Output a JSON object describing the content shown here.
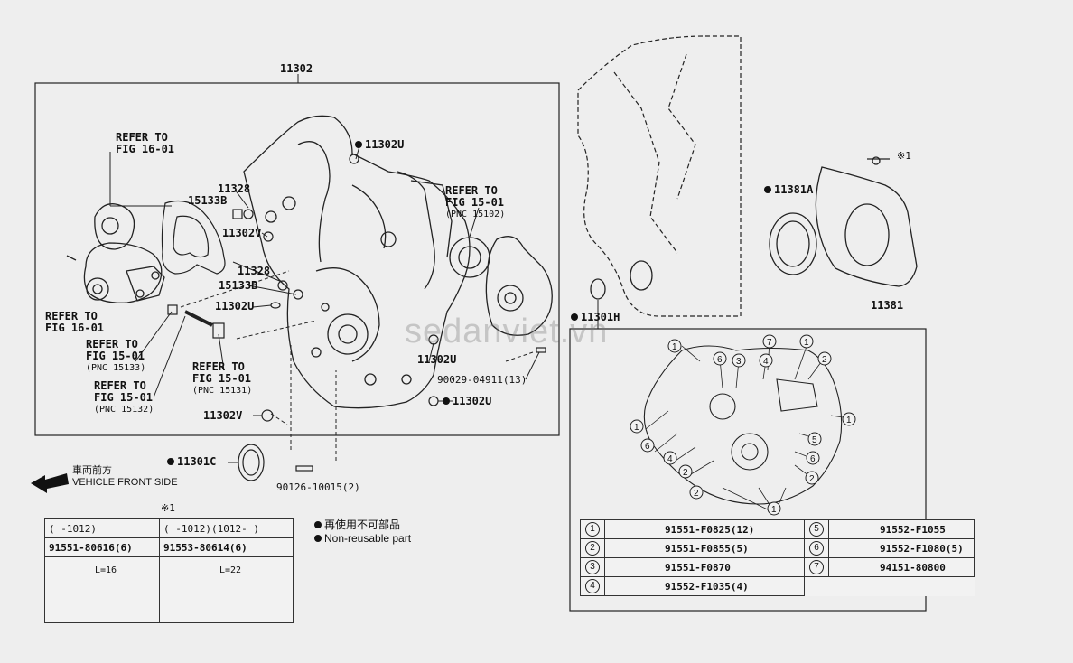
{
  "diagram": {
    "group_label": "11302",
    "callouts": {
      "c11302U_a": "11302U",
      "c11302U_b": "11302U",
      "c11302U_c": "11302U",
      "c11302U_d": "11302U",
      "c11302V_a": "11302V",
      "c11302V_b": "11302V",
      "c11328_a": "11328",
      "c11328_b": "11328",
      "c15133B_a": "15133B",
      "c15133B_b": "15133B",
      "c11301C": "11301C",
      "c11301H": "11301H",
      "c11381A": "11381A",
      "c11381": "11381",
      "c90029": "90029-04911(13)",
      "c90126": "90126-10015(2)",
      "note_mark": "※1"
    },
    "refs": {
      "ref_16_01_top_line1": "REFER TO",
      "ref_16_01_top_line2": "FIG 16-01",
      "ref_16_01_left_line1": "REFER TO",
      "ref_16_01_left_line2": "FIG 16-01",
      "ref_15_01_a_line1": "REFER TO",
      "ref_15_01_a_line2": "FIG 15-01",
      "ref_15_01_a_line3": "(PNC 15133)",
      "ref_15_01_b_line1": "REFER TO",
      "ref_15_01_b_line2": "FIG 15-01",
      "ref_15_01_b_line3": "(PNC 15132)",
      "ref_15_01_c_line1": "REFER TO",
      "ref_15_01_c_line2": "FIG 15-01",
      "ref_15_01_c_line3": "(PNC 15131)",
      "ref_15_01_d_line1": "REFER TO",
      "ref_15_01_d_line2": "FIG 15-01",
      "ref_15_01_d_line3": "(PNC 15102)"
    },
    "front_side_jp": "車両前方",
    "front_side_en": "VEHICLE FRONT SIDE",
    "legend_jp": "再使用不可部品",
    "legend_en": "Non-reusable part",
    "watermark": "sedanviet.vn"
  },
  "bolt_table": {
    "note_mark": "※1",
    "header_1": "(    -1012)",
    "header_2": "(    -1012)(1012-    )",
    "part_1": "91551-80616(6)",
    "part_2": "91553-80614(6)",
    "length_1": "L=16",
    "length_2": "L=22"
  },
  "bolt_legend": {
    "items": [
      {
        "num": "1",
        "part": "91551-F0825(12)"
      },
      {
        "num": "2",
        "part": "91551-F0855(5)"
      },
      {
        "num": "3",
        "part": "91551-F0870"
      },
      {
        "num": "4",
        "part": "91552-F1035(4)"
      },
      {
        "num": "5",
        "part": "91552-F1055"
      },
      {
        "num": "6",
        "part": "91552-F1080(5)"
      },
      {
        "num": "7",
        "part": "94151-80800"
      }
    ]
  },
  "inset_markers": [
    "1",
    "2",
    "3",
    "4",
    "5",
    "6",
    "7"
  ]
}
